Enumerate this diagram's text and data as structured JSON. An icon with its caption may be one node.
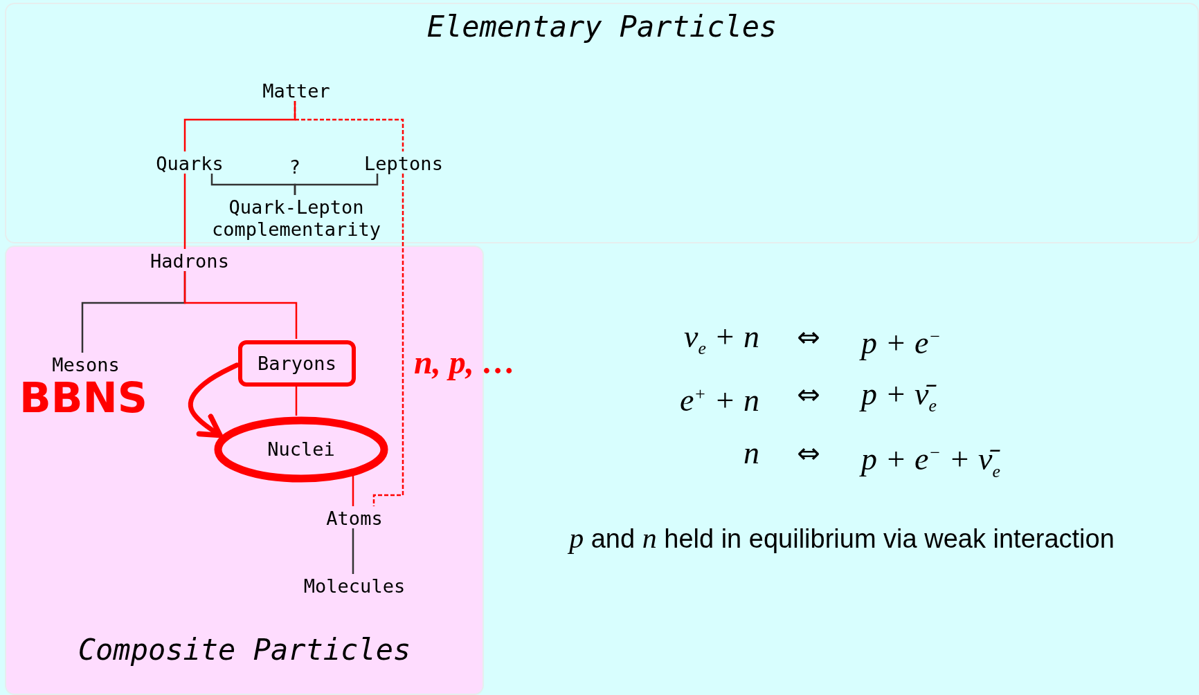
{
  "diagram": {
    "nodes": [
      {
        "text": [
          "Elementary Particles"
        ]
      },
      {
        "text": [
          "Matter"
        ],
        "in": 0
      },
      {
        "text": [
          "Quarks"
        ],
        "in": 0
      },
      {
        "text": [
          "Leptons"
        ],
        "in": 0
      },
      {
        "text": [
          "Quark-Lepton complementarity"
        ],
        "in": 0
      },
      {
        "text": [
          "Composite Particles"
        ]
      },
      {
        "text": [
          "Hadrons"
        ],
        "in": 5
      },
      {
        "text": [
          "Mesons"
        ],
        "in": 5
      },
      {
        "text": [
          "Baryons"
        ],
        "in": 5,
        "beside": [
          "n, p, …"
        ]
      },
      {
        "text": [
          "Nuclei"
        ],
        "in": 5
      },
      {
        "text": [
          "Atoms"
        ],
        "in": 5
      },
      {
        "text": [
          "Molecules"
        ],
        "in": 5
      }
    ],
    "edges": [
      {
        "from": 1,
        "to": 2,
        "arrow": "none"
      },
      {
        "from": 2,
        "to": 6,
        "arrow": "none"
      },
      {
        "from": 6,
        "to": 7,
        "arrow": "none",
        "color": "#333333"
      },
      {
        "from": 6,
        "to": 8,
        "arrow": "none"
      },
      {
        "from": 8,
        "to": 9,
        "arrow": "none"
      },
      {
        "from": 8,
        "to": 9,
        "arrow": "to",
        "style": "thick"
      },
      {
        "from": 9,
        "to": 10,
        "arrow": "none"
      },
      {
        "from": 1,
        "to": 3,
        "arrow": "none",
        "style": "dashed"
      },
      {
        "from": 3,
        "to": 10,
        "arrow": "none",
        "style": "dashed"
      },
      {
        "from": 2,
        "to": 4,
        "arrow": "none",
        "color": "#333333"
      },
      {
        "from": 3,
        "to": 4,
        "arrow": "none",
        "color": "#333333"
      },
      {
        "from": 10,
        "to": 11,
        "arrow": "none",
        "color": "#333333"
      }
    ],
    "labels": [
      "?",
      "BBNS",
      "ν$_{e}$ + n",
      "⇔",
      "p + e$^{−}$",
      "e$^{+}$ + n",
      "⇔",
      "p + ν̄$_{e}$",
      "n",
      "⇔",
      "p + e$^{−}$ + ν̄$_{e}$",
      "*p* and *n* held in equilibrium via weak interaction"
    ]
  }
}
